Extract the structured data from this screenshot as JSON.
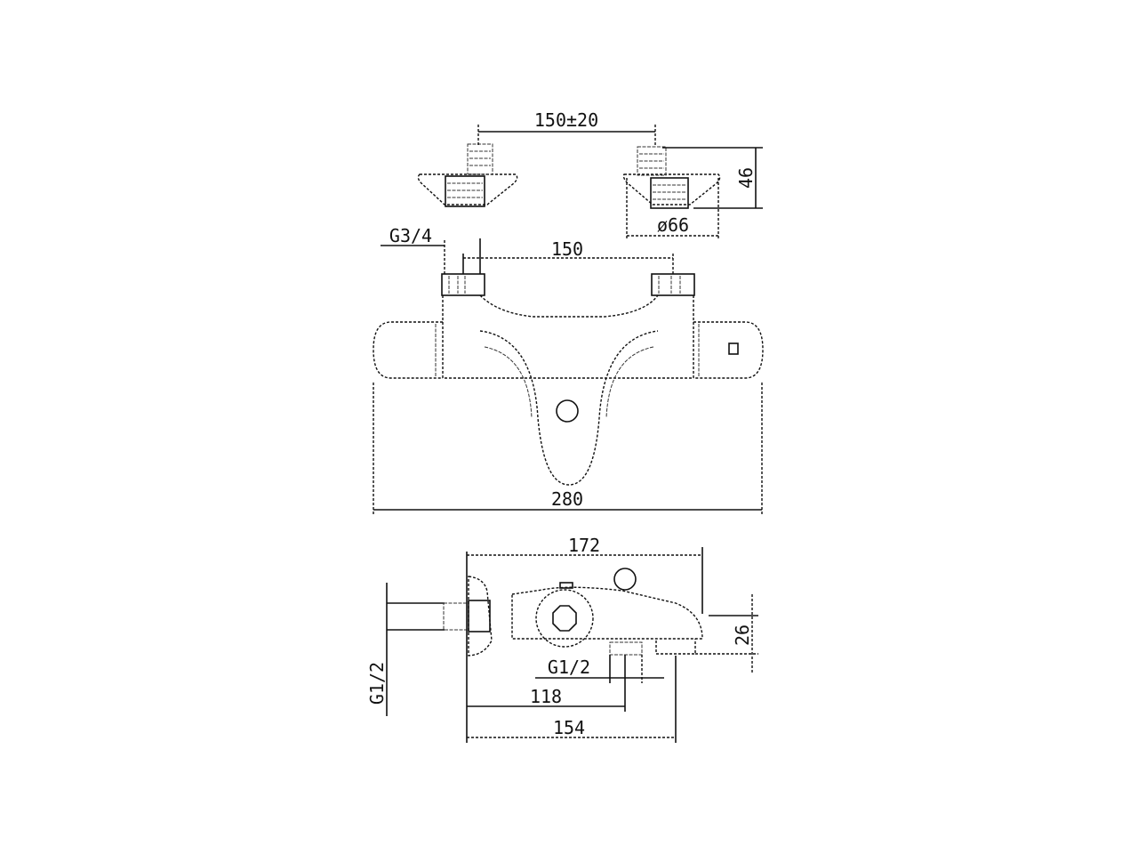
{
  "drawing": {
    "top_view": {
      "spacing_label": "150±20",
      "height_label": "46",
      "diameter_label": "ø66"
    },
    "front_view": {
      "inlet_thread_label": "G3/4",
      "inlet_spacing_label": "150",
      "width_label": "280"
    },
    "side_view": {
      "depth_label": "172",
      "outlet_height_label": "26",
      "outlet_thread_label": "G1/2",
      "outlet_offset_label": "118",
      "spout_offset_label": "154",
      "wall_thread_label": "G1/2"
    },
    "line_color": "#111111"
  }
}
